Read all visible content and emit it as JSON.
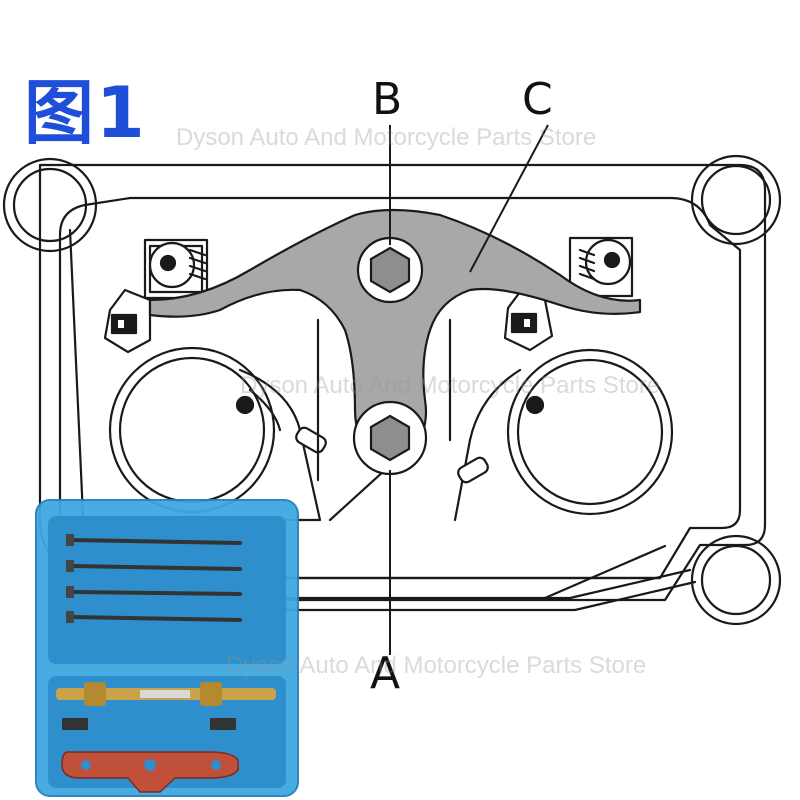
{
  "figure_label": "图1",
  "callouts": {
    "a": "A",
    "b": "B",
    "c": "C"
  },
  "watermarks": [
    "Dyson Auto And Motorcycle Parts Store",
    "Dyson Auto And Motorcycle Parts Store",
    "Dyson Auto And Motorcycle Parts Store"
  ],
  "colors": {
    "figure_label": "#1f4fd8",
    "line_art": "#1a1a1a",
    "tool_plate": "#a8a8a8",
    "bolt": "#8e8e8e",
    "kit_case": "#3ea8e0",
    "kit_foam": "#2f8fcc",
    "kit_tool_red": "#c0503a",
    "kit_brass": "#c9a24a"
  },
  "icons": {
    "hex_bolt": "hex-bolt-icon",
    "kit_photo": "timing-tool-kit-photo"
  }
}
